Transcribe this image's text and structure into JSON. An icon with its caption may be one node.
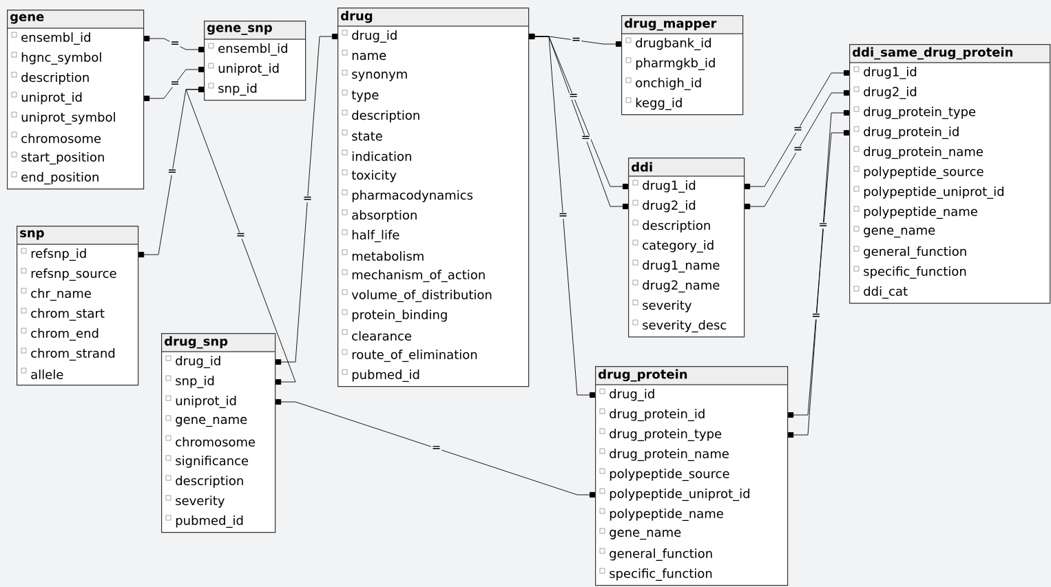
{
  "diagram": {
    "nodes": [
      {
        "text": [
          "gene",
          "ensembl_id",
          "hgnc_symbol",
          "description",
          "uniprot_id",
          "uniprot_symbol",
          "chromosome",
          "start_position",
          "end_position"
        ]
      },
      {
        "text": [
          "gene_snp",
          "ensembl_id",
          "uniprot_id",
          "snp_id"
        ]
      },
      {
        "text": [
          "drug",
          "drug_id",
          "name",
          "synonym",
          "type",
          "description",
          "state",
          "indication",
          "toxicity",
          "pharmacodynamics",
          "absorption",
          "half_life",
          "metabolism",
          "mechanism_of_action",
          "volume_of_distribution",
          "protein_binding",
          "clearance",
          "route_of_elimination",
          "pubmed_id"
        ]
      },
      {
        "text": [
          "drug_mapper",
          "drugbank_id",
          "pharmgkb_id",
          "onchigh_id",
          "kegg_id"
        ]
      },
      {
        "text": [
          "ddi_same_drug_protein",
          "drug1_id",
          "drug2_id",
          "drug_protein_type",
          "drug_protein_id",
          "drug_protein_name",
          "polypeptide_source",
          "polypeptide_uniprot_id",
          "polypeptide_name",
          "gene_name",
          "general_function",
          "specific_function",
          "ddi_cat"
        ]
      },
      {
        "text": [
          "ddi",
          "drug1_id",
          "drug2_id",
          "description",
          "category_id",
          "drug1_name",
          "drug2_name",
          "severity",
          "severity_desc"
        ]
      },
      {
        "text": [
          "snp",
          "refsnp_id",
          "refsnp_source",
          "chr_name",
          "chrom_start",
          "chrom_end",
          "chrom_strand",
          "allele"
        ]
      },
      {
        "text": [
          "drug_snp",
          "drug_id",
          "snp_id",
          "uniprot_id",
          "gene_name",
          "chromosome",
          "significance",
          "description",
          "severity",
          "pubmed_id"
        ]
      },
      {
        "text": [
          "drug_protein",
          "drug_id",
          "drug_protein_id",
          "drug_protein_type",
          "drug_protein_name",
          "polypeptide_source",
          "polypeptide_uniprot_id",
          "polypeptide_name",
          "gene_name",
          "general_function",
          "specific_function"
        ]
      }
    ],
    "edges": [
      {
        "from": 0,
        "to": 1,
        "arrow": "other",
        "label": "="
      },
      {
        "from": 0,
        "to": 1,
        "arrow": "other",
        "label": "="
      },
      {
        "from": 6,
        "to": 1,
        "arrow": "other",
        "label": "="
      },
      {
        "from": 7,
        "to": 1,
        "arrow": "other",
        "label": "="
      },
      {
        "from": 7,
        "to": 2,
        "arrow": "other",
        "label": "="
      },
      {
        "from": 7,
        "to": 8,
        "arrow": "other",
        "label": "="
      },
      {
        "from": 2,
        "to": 3,
        "arrow": "other",
        "label": "="
      },
      {
        "from": 2,
        "to": 5,
        "arrow": "other",
        "label": "="
      },
      {
        "from": 2,
        "to": 5,
        "arrow": "other",
        "label": "="
      },
      {
        "from": 2,
        "to": 8,
        "arrow": "other",
        "label": "="
      },
      {
        "from": 5,
        "to": 4,
        "arrow": "other",
        "label": "="
      },
      {
        "from": 5,
        "to": 4,
        "arrow": "other",
        "label": "="
      },
      {
        "from": 8,
        "to": 4,
        "arrow": "other",
        "label": "="
      },
      {
        "from": 8,
        "to": 4,
        "arrow": "other",
        "label": "="
      }
    ]
  }
}
